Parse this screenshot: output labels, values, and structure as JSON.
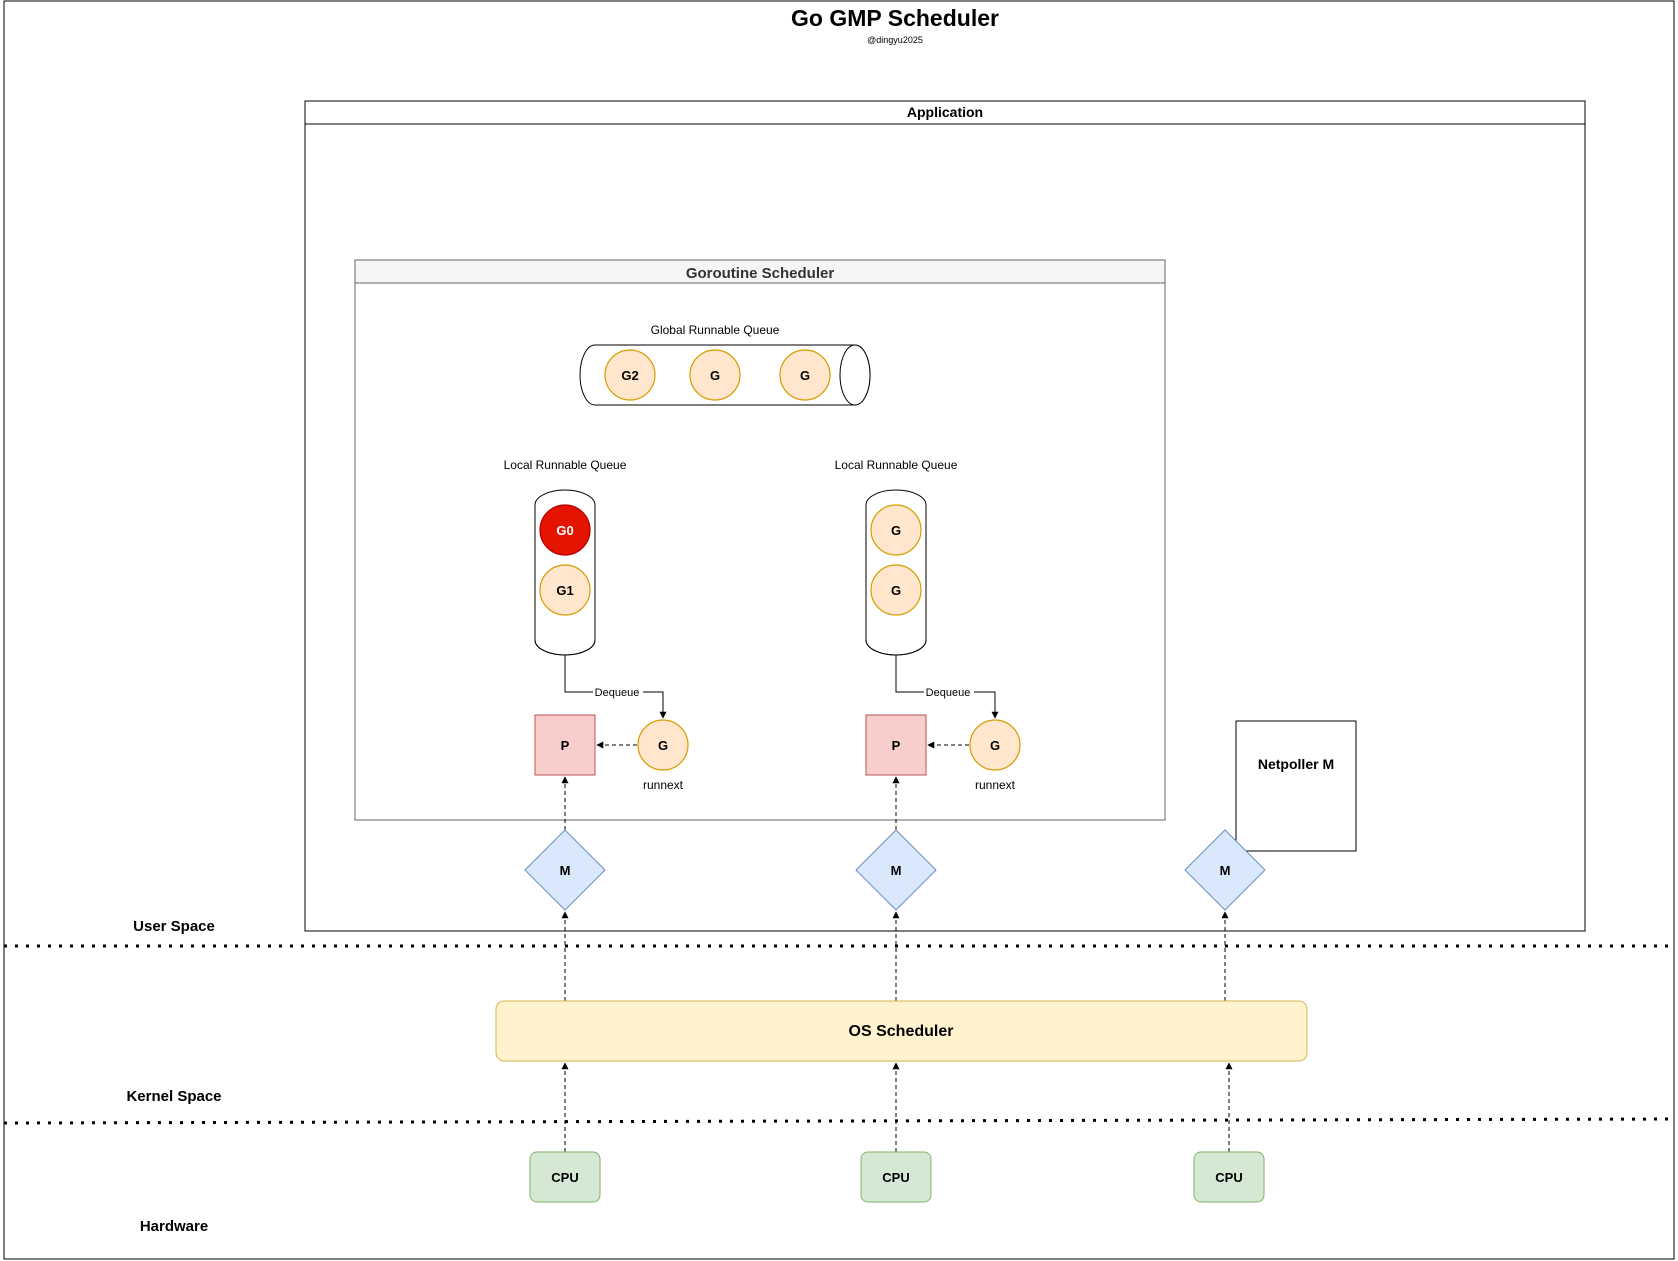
{
  "title": "Go GMP Scheduler",
  "subtitle": "@dingyu2025",
  "application": {
    "label": "Application"
  },
  "goroutine_scheduler": {
    "label": "Goroutine Scheduler"
  },
  "global_queue": {
    "label": "Global Runnable Queue",
    "items": [
      "G2",
      "G",
      "G"
    ]
  },
  "local_queues": [
    {
      "label": "Local Runnable Queue",
      "items": [
        "G0",
        "G1"
      ],
      "dequeue_label": "Dequeue",
      "p_label": "P",
      "runnext_g": "G",
      "runnext_label": "runnext",
      "m_label": "M",
      "cpu_label": "CPU"
    },
    {
      "label": "Local Runnable Queue",
      "items": [
        "G",
        "G"
      ],
      "dequeue_label": "Dequeue",
      "p_label": "P",
      "runnext_g": "G",
      "runnext_label": "runnext",
      "m_label": "M",
      "cpu_label": "CPU"
    }
  ],
  "netpoller": {
    "label": "Netpoller M",
    "m_label": "M",
    "cpu_label": "CPU"
  },
  "os_scheduler": {
    "label": "OS Scheduler"
  },
  "layers": {
    "user": "User Space",
    "kernel": "Kernel Space",
    "hardware": "Hardware"
  },
  "colors": {
    "goroutine_fill": "#ffe6cc",
    "goroutine_stroke": "#d79b00",
    "running_fill": "#e51400",
    "running_stroke": "#b20000",
    "p_fill": "#f8cecc",
    "p_stroke": "#b85450",
    "m_fill": "#dae8fc",
    "m_stroke": "#6c8ebf",
    "os_fill": "#fff2cc",
    "os_stroke": "#d6b656",
    "cpu_fill": "#d5e8d4",
    "cpu_stroke": "#82b366"
  }
}
